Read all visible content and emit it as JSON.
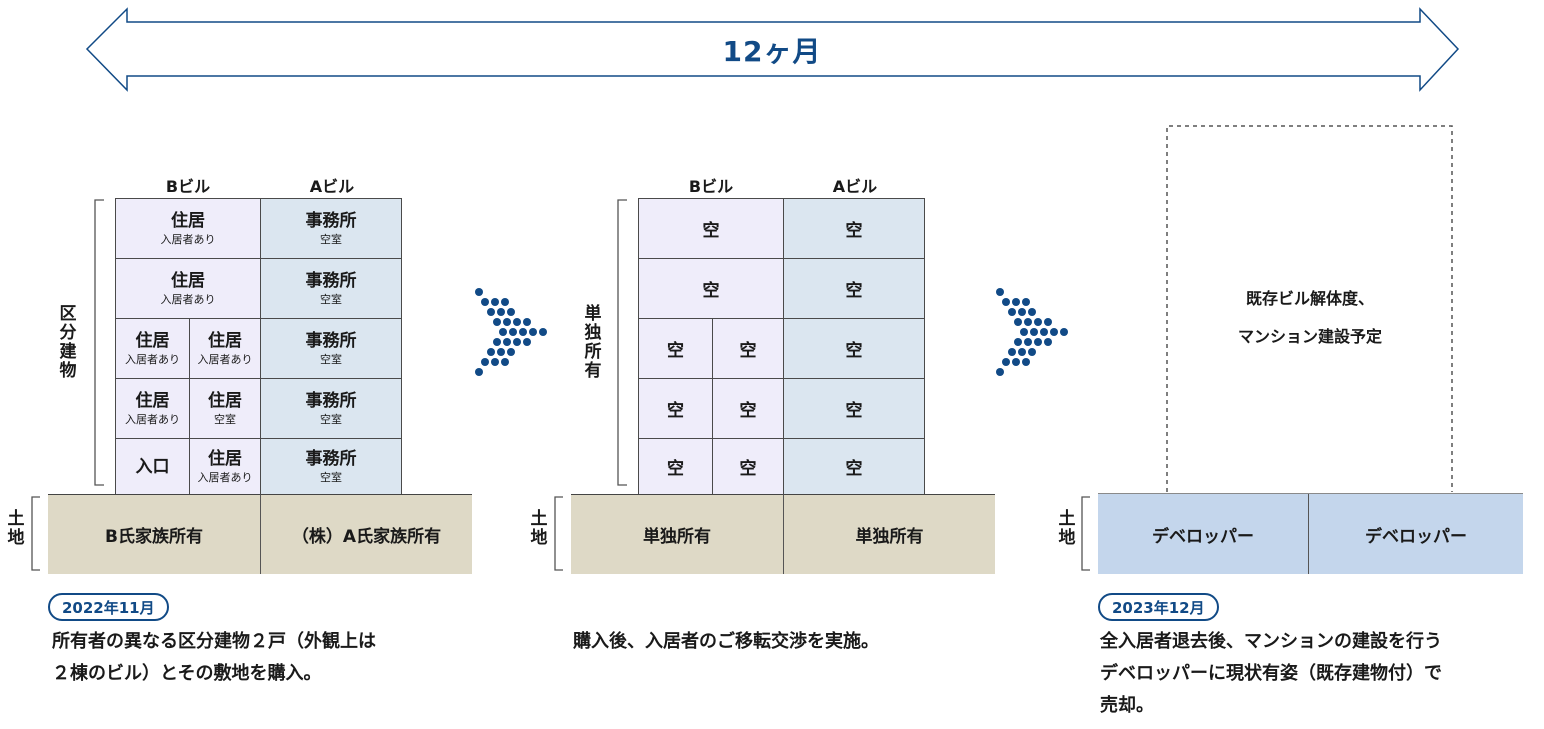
{
  "duration": "12ヶ月",
  "labels": {
    "b_building": "Bビル",
    "a_building": "Aビル",
    "divided": "区\n分\n建\n物",
    "sole": "単\n独\n所\n有",
    "land": "土\n地"
  },
  "stage1": {
    "rows": [
      {
        "b_left": {
          "main": "住居",
          "sub": "入居者あり"
        },
        "a": {
          "main": "事務所",
          "sub": "空室"
        }
      },
      {
        "b_left": {
          "main": "住居",
          "sub": "入居者あり"
        },
        "a": {
          "main": "事務所",
          "sub": "空室"
        }
      },
      {
        "b_left": {
          "main": "住居",
          "sub": "入居者あり"
        },
        "b_right": {
          "main": "住居",
          "sub": "入居者あり"
        },
        "a": {
          "main": "事務所",
          "sub": "空室"
        }
      },
      {
        "b_left": {
          "main": "住居",
          "sub": "入居者あり"
        },
        "b_right": {
          "main": "住居",
          "sub": "空室"
        },
        "a": {
          "main": "事務所",
          "sub": "空室"
        }
      },
      {
        "b_left": {
          "main": "入口",
          "sub": ""
        },
        "b_right": {
          "main": "住居",
          "sub": "入居者あり"
        },
        "a": {
          "main": "事務所",
          "sub": "空室"
        }
      }
    ],
    "land_b": "B氏家族所有",
    "land_a": "（株）A氏家族所有",
    "date": "2022年11月",
    "desc": "所有者の異なる区分建物２戸（外観上は\n２棟のビル）とその敷地を購入。"
  },
  "stage2": {
    "empty": "空",
    "land_b": "単独所有",
    "land_a": "単独所有",
    "desc": "購入後、入居者のご移転交渉を実施。"
  },
  "stage3": {
    "plan": "既存ビル解体度、\nマンション建設予定",
    "land_b": "デベロッパー",
    "land_a": "デベロッパー",
    "date": "2023年12月",
    "desc": "全入居者退去後、マンションの建設を行う\nデベロッパーに現状有姿（既存建物付）で\n売却。"
  },
  "colors": {
    "accent": "#114a86",
    "b_fill": "#efedfa",
    "a_fill": "#dbe6f0",
    "land_beige": "#ded9c6",
    "land_blue": "#c4d6ec"
  }
}
